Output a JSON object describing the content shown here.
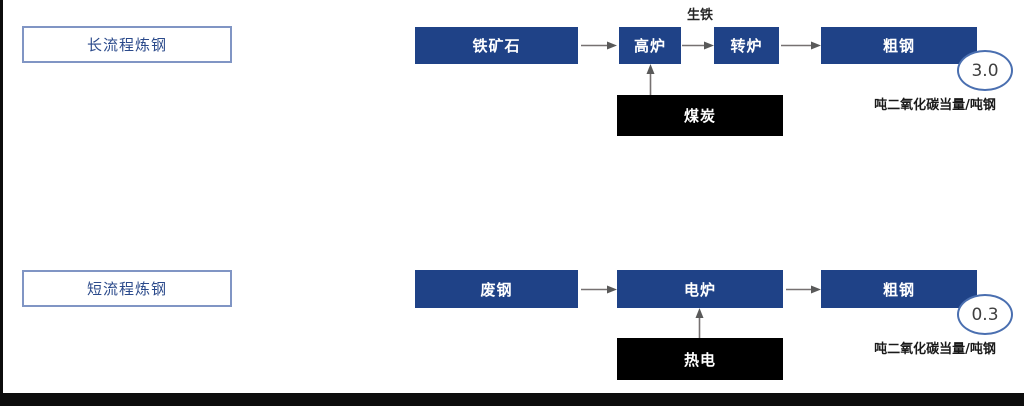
{
  "colors": {
    "node_blue": "#1f4287",
    "node_black": "#000000",
    "label_border": "#8095c4",
    "label_text": "#2b4a8b",
    "bubble_border": "#4a6fb0",
    "arrow": "#767171",
    "page_edge": "#0d0d0d"
  },
  "diagram": {
    "type": "process-flow",
    "rows": [
      {
        "id": "long-process",
        "category_label": "长流程炼钢",
        "nodes": [
          {
            "id": "iron-ore",
            "label": "铁矿石",
            "style": "blue"
          },
          {
            "id": "blast-furnace",
            "label": "高炉",
            "style": "blue"
          },
          {
            "id": "converter",
            "label": "转炉",
            "style": "blue"
          },
          {
            "id": "crude-steel",
            "label": "粗钢",
            "style": "blue"
          },
          {
            "id": "coal",
            "label": "煤炭",
            "style": "black"
          }
        ],
        "edges": [
          {
            "from": "iron-ore",
            "to": "blast-furnace",
            "label": ""
          },
          {
            "from": "blast-furnace",
            "to": "converter",
            "label": "生铁"
          },
          {
            "from": "converter",
            "to": "crude-steel",
            "label": ""
          },
          {
            "from": "coal",
            "to": "blast-furnace",
            "label": ""
          }
        ],
        "metric": {
          "value": "3.0",
          "unit": "吨二氧化碳当量/吨钢"
        }
      },
      {
        "id": "short-process",
        "category_label": "短流程炼钢",
        "nodes": [
          {
            "id": "scrap-steel",
            "label": "废钢",
            "style": "blue"
          },
          {
            "id": "electric-furnace",
            "label": "电炉",
            "style": "blue"
          },
          {
            "id": "crude-steel-2",
            "label": "粗钢",
            "style": "blue"
          },
          {
            "id": "thermal-power",
            "label": "热电",
            "style": "black"
          }
        ],
        "edges": [
          {
            "from": "scrap-steel",
            "to": "electric-furnace",
            "label": ""
          },
          {
            "from": "electric-furnace",
            "to": "crude-steel-2",
            "label": ""
          },
          {
            "from": "thermal-power",
            "to": "electric-furnace",
            "label": ""
          }
        ],
        "metric": {
          "value": "0.3",
          "unit": "吨二氧化碳当量/吨钢"
        }
      }
    ]
  }
}
